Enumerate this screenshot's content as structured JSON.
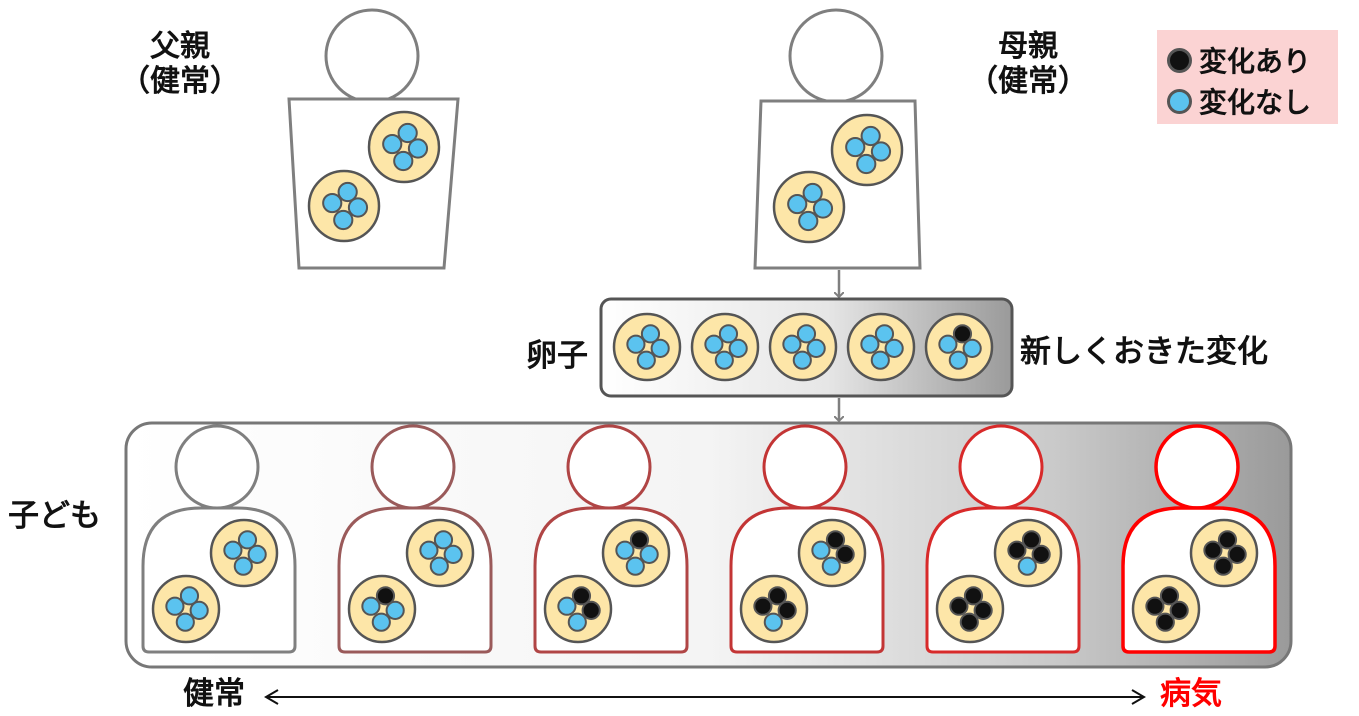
{
  "labels": {
    "father": "父親",
    "father_status": "（健常）",
    "mother": "母親",
    "mother_status": "（健常）",
    "egg": "卵子",
    "new_change": "新しくおきた変化",
    "children": "子ども",
    "healthy": "健常",
    "disease": "病気"
  },
  "legend": {
    "changed": "変化あり",
    "unchanged": "変化なし"
  },
  "colors": {
    "cell_fill": "#fde6a8",
    "unchanged_dot": "#5bc3ef",
    "changed_dot": "#111111",
    "outline_gray": "#7f7f7f",
    "disease_red": "#ff0000",
    "legend_bg": "#fbd3d3"
  },
  "egg_cells": [
    {
      "changed_count": 0
    },
    {
      "changed_count": 0
    },
    {
      "changed_count": 0
    },
    {
      "changed_count": 0
    },
    {
      "changed_count": 1
    }
  ],
  "children": [
    {
      "cell_a_changed": 0,
      "cell_b_changed": 0
    },
    {
      "cell_a_changed": 0,
      "cell_b_changed": 1
    },
    {
      "cell_a_changed": 1,
      "cell_b_changed": 2
    },
    {
      "cell_a_changed": 2,
      "cell_b_changed": 3
    },
    {
      "cell_a_changed": 3,
      "cell_b_changed": 4
    },
    {
      "cell_a_changed": 4,
      "cell_b_changed": 4
    }
  ]
}
